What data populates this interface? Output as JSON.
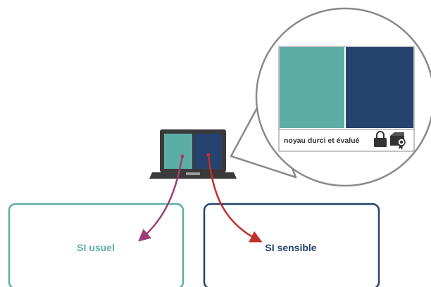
{
  "zoom_panel": {
    "caption": "noyau durci et évalué",
    "icons": [
      "padlock-icon",
      "certificate-icon"
    ]
  },
  "left_system": {
    "label": "SI usuel"
  },
  "right_system": {
    "label": "SI sensible"
  },
  "colors": {
    "usual": "#5dada7",
    "sensitive": "#26426e",
    "arrow_usual": "#9c3d78",
    "arrow_sensitive": "#c0302c",
    "outline": "#8a8a8a",
    "laptop": "#3a3a3a"
  }
}
